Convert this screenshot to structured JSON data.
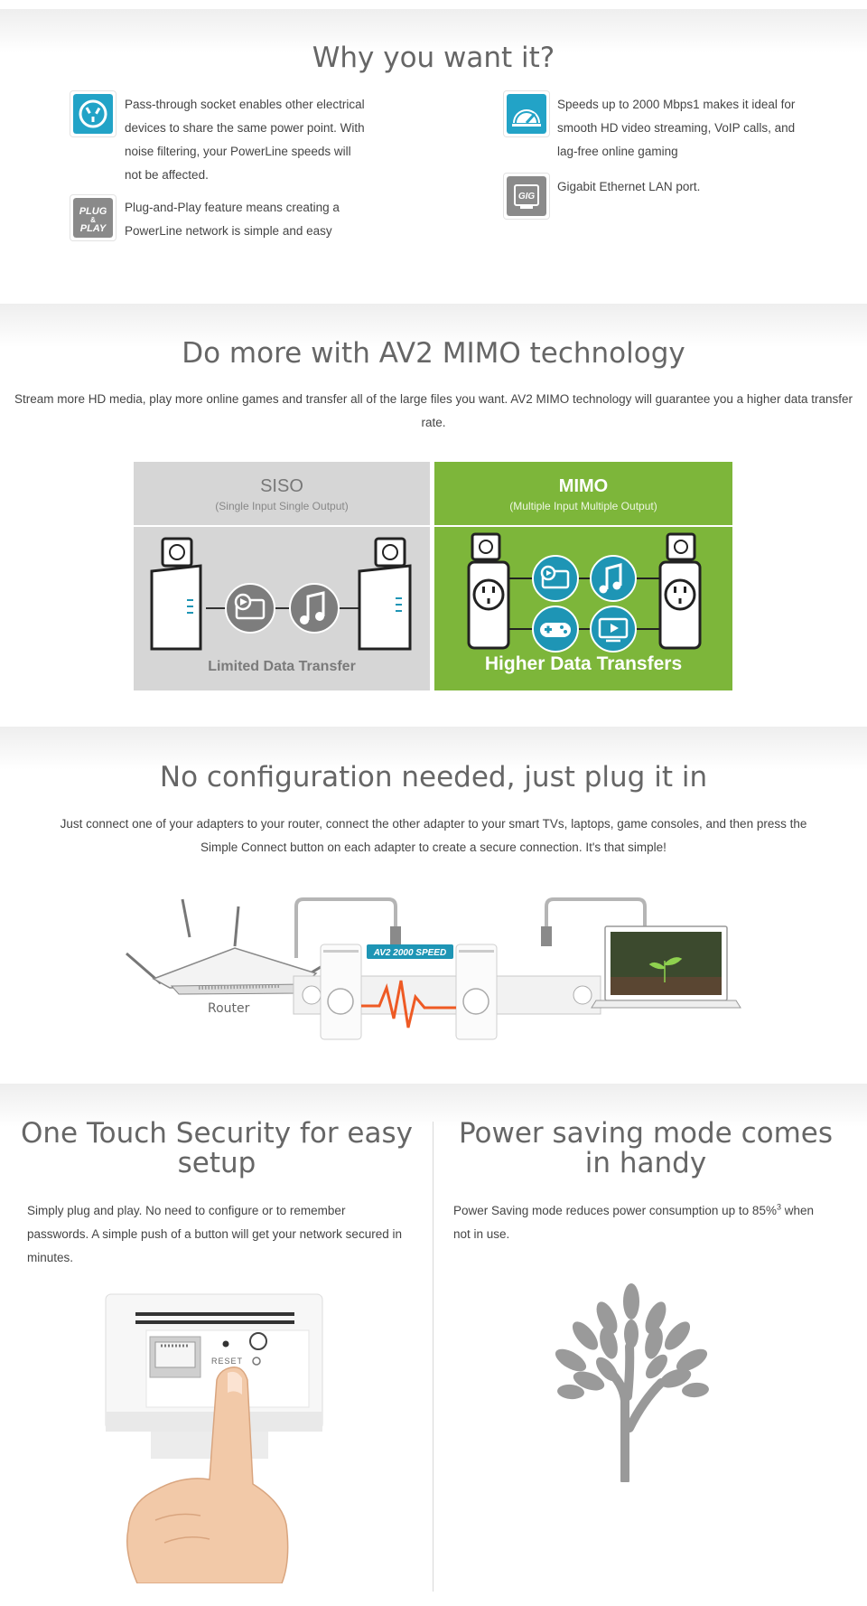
{
  "why": {
    "title": "Why you want it?",
    "features": [
      {
        "icon": "socket-icon",
        "text": "Pass-through socket enables other electrical devices to share the same power point. With noise filtering, your PowerLine speeds will not be affected."
      },
      {
        "icon": "plug-and-play-icon",
        "text": "Plug-and-Play feature means creating a PowerLine network is simple and easy",
        "badge": "PLUG & PLAY"
      },
      {
        "icon": "speedometer-icon",
        "text": "Speeds up to 2000 Mbps1 makes it ideal for smooth HD video streaming, VoIP calls, and lag-free online gaming"
      },
      {
        "icon": "gigabit-port-icon",
        "text": "Gigabit Ethernet LAN port.",
        "badge": "GIG"
      }
    ]
  },
  "mimo": {
    "title": "Do more with AV2 MIMO technology",
    "description": "Stream more HD media, play more online games and transfer all of the large files you want. AV2 MIMO technology will guarantee you a higher data transfer rate.",
    "siso_title": "SISO",
    "siso_sub": "(Single Input Single Output)",
    "siso_caption": "Limited Data Transfer",
    "mimo_title": "MIMO",
    "mimo_sub": "(Multiple Input Multiple Output)",
    "mimo_caption": "Higher Data Transfers",
    "colors": {
      "siso_bg": "#d6d6d6",
      "mimo_bg": "#7db63a",
      "teal": "#1e95b5"
    }
  },
  "noconfig": {
    "title": "No configuration needed, just plug it in",
    "description": "Just connect one of your adapters to your router, connect the other adapter to your smart TVs, laptops, game consoles, and then press the Simple Connect button on each adapter to create a secure connection. It's that simple!",
    "router_label": "Router",
    "speed_badge": "AV2 2000 SPEED"
  },
  "security": {
    "title": "One Touch Security for easy setup",
    "description": "Simply plug and play. No need to configure or to remember passwords. A simple push of a button will get your network secured in minutes.",
    "reset_label": "RESET"
  },
  "power": {
    "title": "Power saving mode comes in handy",
    "description_before": "Power Saving mode reduces power consumption up to 85%",
    "superscript": "3",
    "description_after": " when not in use."
  }
}
